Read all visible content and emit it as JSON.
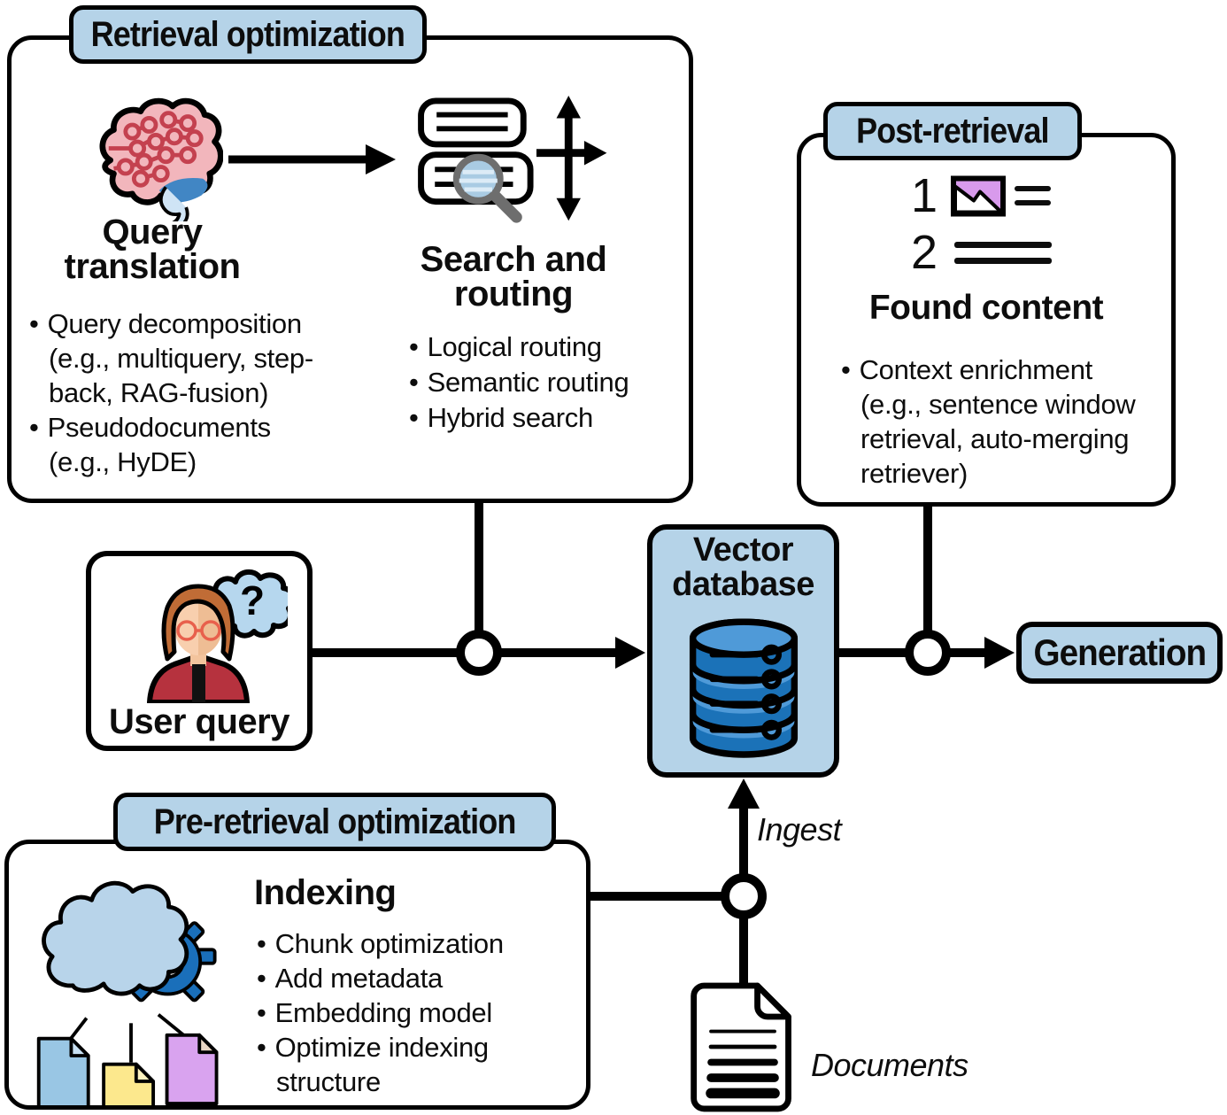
{
  "colors": {
    "accent_blue": "#b5d3e8",
    "db_blue": "#1b72b8",
    "db_blue_light": "#4f9ad8",
    "thumbnail_purple": "#d89aec",
    "doc_blue": "#99c6e4",
    "doc_yellow": "#fce88d",
    "doc_purple": "#d9a3ef",
    "brain_pink": "#f2b6bc",
    "circuit_red": "#c4414f",
    "jacket_red": "#b6323e"
  },
  "retrieval": {
    "badge": "Retrieval optimization",
    "query_translation": {
      "label": "Query\ntranslation",
      "bullets": [
        "Query decomposition\n(e.g., multiquery, step-\nback, RAG-fusion)",
        "Pseudodocuments\n(e.g., HyDE)"
      ]
    },
    "search_routing": {
      "label": "Search and\nrouting",
      "bullets": [
        "Logical routing",
        "Semantic routing",
        "Hybrid search"
      ]
    }
  },
  "post_retrieval": {
    "badge": "Post-retrieval",
    "result_numbers": [
      "1",
      "2"
    ],
    "found_label": "Found content",
    "bullets": [
      "Context enrichment\n(e.g., sentence window\nretrieval, auto-merging\nretriever)"
    ]
  },
  "pre_retrieval": {
    "badge": "Pre-retrieval optimization",
    "heading": "Indexing",
    "bullets": [
      "Chunk optimization",
      "Add metadata",
      "Embedding model",
      "Optimize indexing\nstructure"
    ]
  },
  "vector_database": {
    "label": "Vector\ndatabase"
  },
  "user_query": {
    "label": "User query",
    "question_mark": "?"
  },
  "generation": {
    "label": "Generation"
  },
  "flow": {
    "ingest_label": "Ingest",
    "documents_label": "Documents"
  }
}
